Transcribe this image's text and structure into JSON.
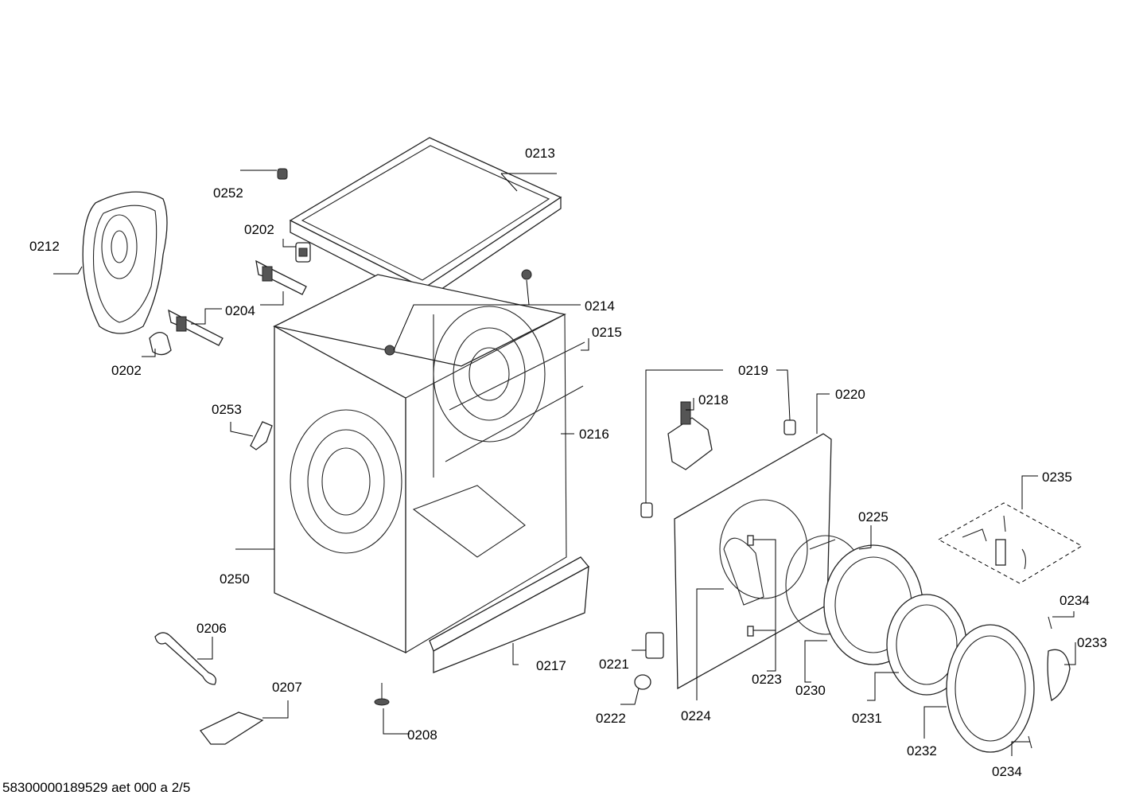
{
  "parts": {
    "p0213": "0213",
    "p0252": "0252",
    "p0202a": "0202",
    "p0212": "0212",
    "p0204": "0204",
    "p0214": "0214",
    "p0202b": "0202",
    "p0215": "0215",
    "p0219": "0219",
    "p0218": "0218",
    "p0220": "0220",
    "p0253": "0253",
    "p0216": "0216",
    "p0235": "0235",
    "p0225": "0225",
    "p0250": "0250",
    "p0234a": "0234",
    "p0206": "0206",
    "p0233": "0233",
    "p0217": "0217",
    "p0221": "0221",
    "p0223": "0223",
    "p0207": "0207",
    "p0230": "0230",
    "p0224": "0224",
    "p0222": "0222",
    "p0231": "0231",
    "p0208": "0208",
    "p0232": "0232",
    "p0234b": "0234"
  },
  "footer": "58300000189529 aet 000 a 2/5"
}
